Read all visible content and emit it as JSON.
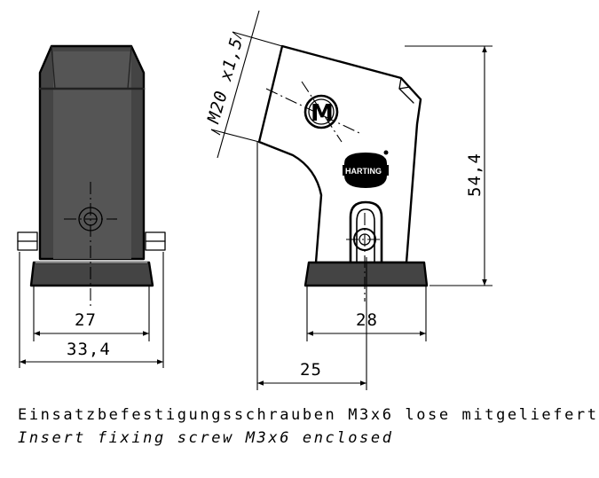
{
  "drawing": {
    "dimensions": {
      "width_inner_left": "27",
      "width_outer_left": "33,4",
      "width_right": "28",
      "offset_right": "25",
      "height": "54,4",
      "thread": "M20 x1,5"
    },
    "logos": {
      "m_mark": "M",
      "brand": "HARTING"
    }
  },
  "notes": {
    "german": "Einsatzbefestigungsschrauben M3x6 lose mitgeliefert",
    "english": "Insert fixing screw M3x6 enclosed"
  }
}
